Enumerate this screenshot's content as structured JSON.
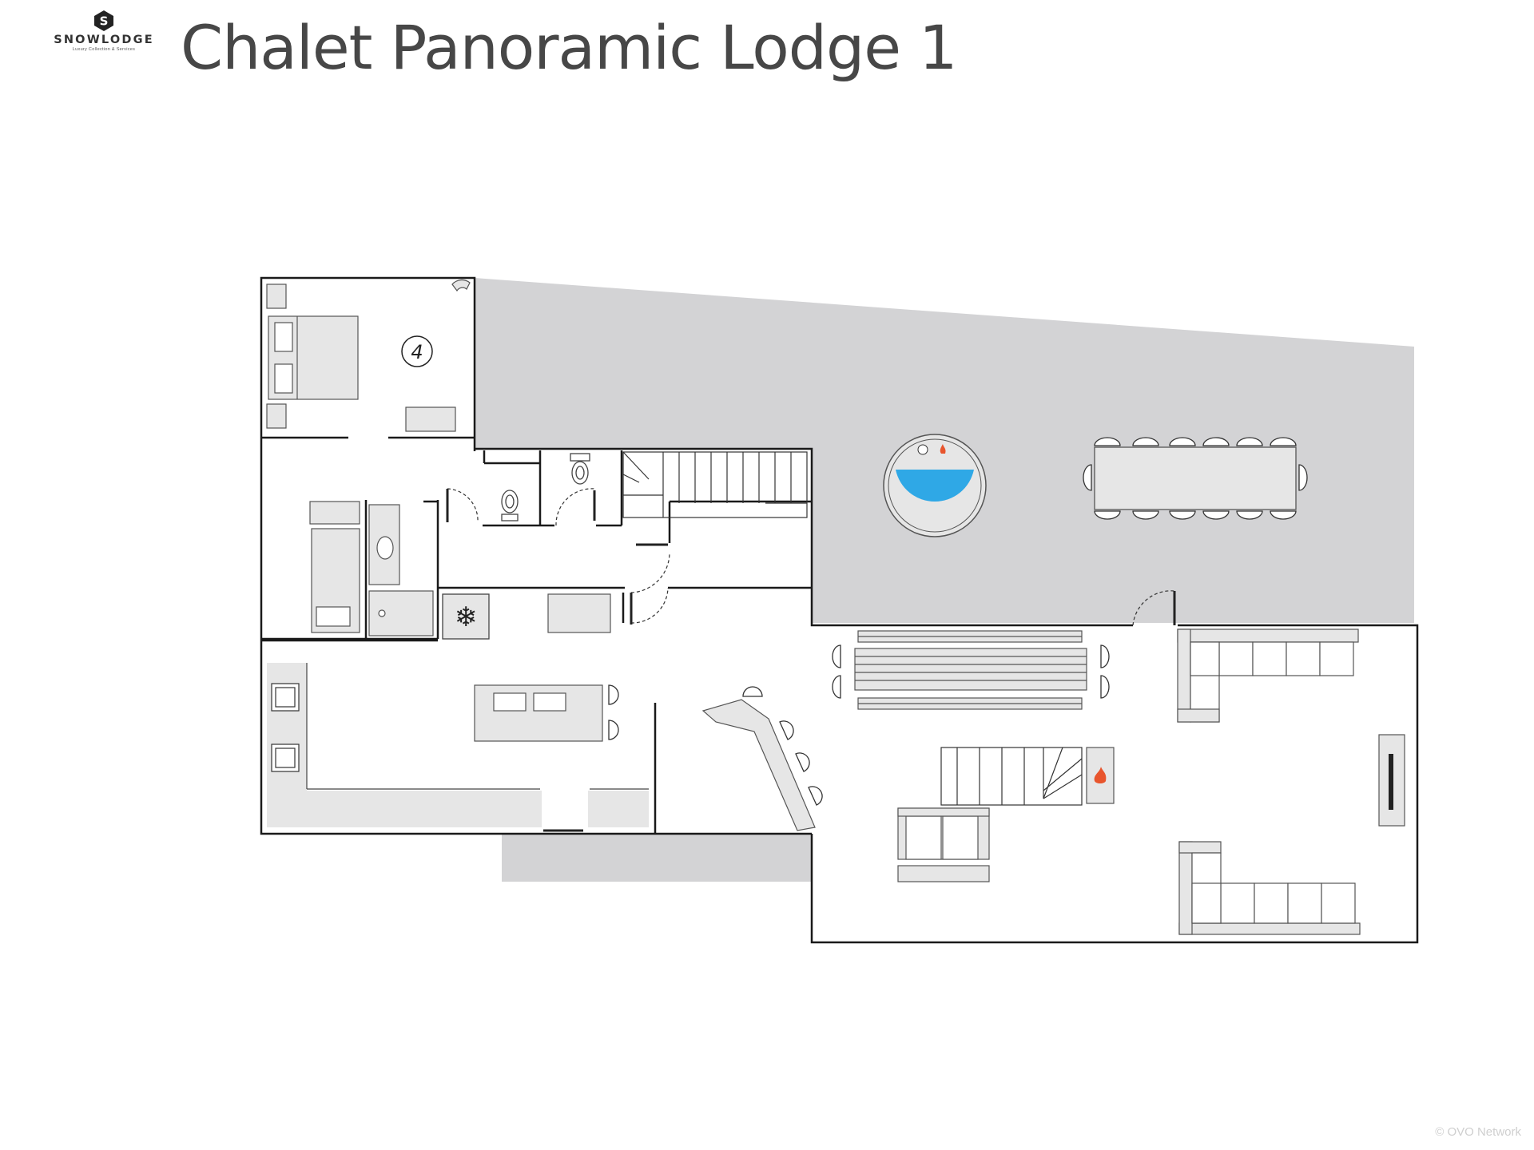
{
  "header": {
    "title": "Chalet Panoramic Lodge 1",
    "brand_name": "SNOWLODGE",
    "brand_tagline": "Luxury Collection & Services"
  },
  "plan": {
    "bedroom_number": "4",
    "colors": {
      "wall": "#1a1a1a",
      "terrace": "#d3d3d5",
      "furniture_fill": "#e6e6e6",
      "furniture_stroke": "#555555",
      "hot_tub_water": "#2fa8e6",
      "fire": "#e8552d"
    },
    "icons": [
      "snowflake-icon",
      "fireplace-icon",
      "hot-tub-icon",
      "toilet-icon",
      "sink-icon",
      "oven-icon",
      "tv-icon"
    ]
  },
  "footer": {
    "copyright": "© OVO Network"
  }
}
